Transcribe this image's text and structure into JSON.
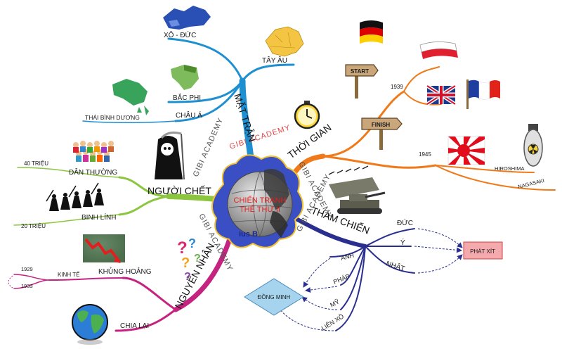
{
  "center": {
    "title_line1": "CHIẾN TRANH",
    "title_line2": "THẾ THỨ II",
    "logo_fragment": "ius B",
    "ring_text": "GIBI ACADEMY",
    "colors": {
      "center_blob": "#3b4fc4",
      "title": "#e02020"
    }
  },
  "branches": {
    "mat_tran": {
      "title": "MẶT TRẬN",
      "color": "#1e8fd0",
      "items": [
        "XÔ - ĐỨC",
        "TÂY ÂU",
        "BẮC PHI",
        "CHÂU Á",
        "THÁI BÌNH DƯƠNG"
      ]
    },
    "thoi_gian": {
      "title": "THỜI GIAN",
      "color": "#f07a1a",
      "items": [
        "1939",
        "1945",
        "HIROSHIMA",
        "NAGASAKI"
      ],
      "sign_labels": [
        "START",
        "FINISH"
      ]
    },
    "nguoi_chet": {
      "title": "NGƯỜI CHẾT",
      "color": "#8cc63f",
      "items": [
        "DÂN THƯỜNG",
        "40 TRIỆU",
        "BINH LÍNH",
        "20 TRIỆU"
      ]
    },
    "tham_chien": {
      "title": "THAM CHIẾN",
      "color": "#2a2f8f",
      "items": [
        "ĐỨC",
        "Ý",
        "NHẬT",
        "ANH",
        "PHÁP",
        "MỸ",
        "LIÊN XÔ"
      ],
      "group_axis": "PHÁT XÍT",
      "group_allies": "ĐỒNG MINH",
      "colors": {
        "axis_fill": "#f4a9ad",
        "allies_fill": "#a6d4ee"
      }
    },
    "nguyen_nhan": {
      "title": "NGUYÊN NHÂN",
      "color": "#c4237f",
      "items": [
        "KHỦNG HOẢNG",
        "KINH TẾ",
        "1929",
        "1933",
        "CHIA LẠI"
      ]
    }
  },
  "icons": [
    "russia-map-icon",
    "europe-map-icon",
    "africa-map-icon",
    "asia-map-icon",
    "stopwatch-icon",
    "start-sign-icon",
    "finish-sign-icon",
    "germany-flag-icon",
    "poland-flag-icon",
    "uk-flag-icon",
    "france-flag-icon",
    "japan-flag-icon",
    "atomic-bomb-icon",
    "grim-reaper-icon",
    "crowd-icon",
    "soldiers-icon",
    "tanks-icon",
    "question-marks-icon",
    "crisis-chart-icon",
    "globe-icon"
  ]
}
